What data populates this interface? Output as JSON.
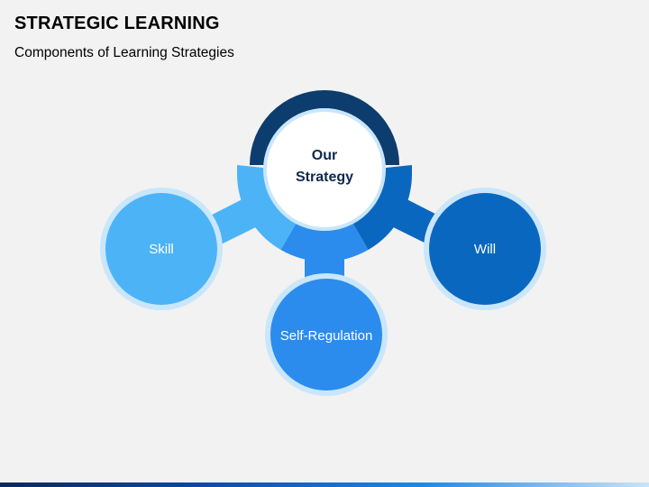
{
  "header": {
    "title": "STRATEGIC LEARNING",
    "subtitle": "Components of Learning Strategies"
  },
  "diagram": {
    "center": {
      "line1": "Our",
      "line2": "Strategy"
    },
    "nodes": [
      {
        "label": "Skill",
        "color": "#4db3f7"
      },
      {
        "label": "Self-Regulation",
        "color": "#2b8cee"
      },
      {
        "label": "Will",
        "color": "#0a67bf"
      }
    ],
    "colors": {
      "outer_ring": "#0d3c6e",
      "center_fill": "#ffffff",
      "center_text": "#0d2a4d",
      "node_ring": "#c9e6fb",
      "node_text": "#ffffff"
    }
  }
}
